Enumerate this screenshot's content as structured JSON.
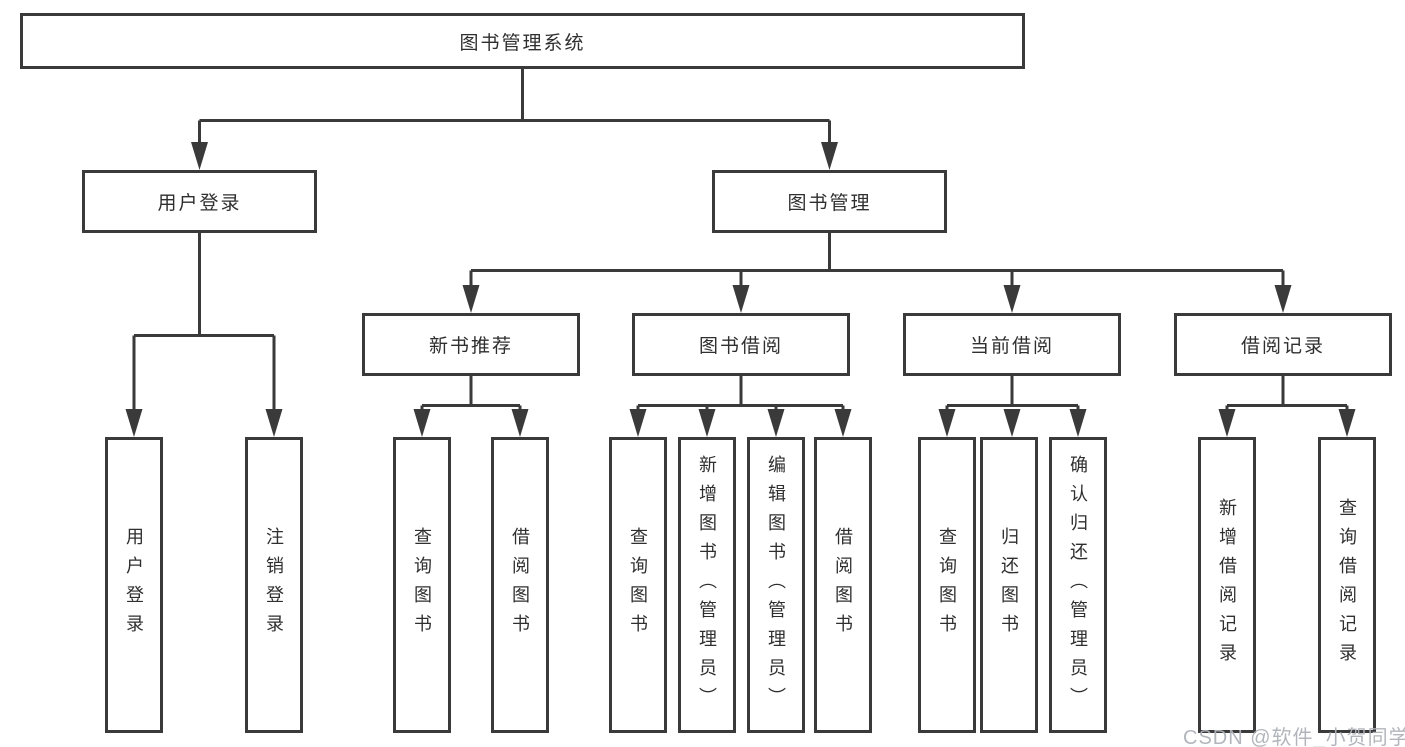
{
  "diagram": {
    "title": "图书管理系统",
    "root": {
      "label": "图书管理系统"
    },
    "level2": [
      {
        "label": "用户登录",
        "children": [
          {
            "label": "用户登录"
          },
          {
            "label": "注销登录"
          }
        ]
      },
      {
        "label": "图书管理",
        "children": [
          {
            "label": "新书推荐",
            "children": [
              {
                "label": "查询图书"
              },
              {
                "label": "借阅图书"
              }
            ]
          },
          {
            "label": "图书借阅",
            "children": [
              {
                "label": "查询图书"
              },
              {
                "label": "新增图书（管理员）"
              },
              {
                "label": "编辑图书（管理员）"
              },
              {
                "label": "借阅图书"
              }
            ]
          },
          {
            "label": "当前借阅",
            "children": [
              {
                "label": "查询图书"
              },
              {
                "label": "归还图书"
              },
              {
                "label": "确认归还（管理员）"
              }
            ]
          },
          {
            "label": "借阅记录",
            "children": [
              {
                "label": "新增借阅记录"
              },
              {
                "label": "查询借阅记录"
              }
            ]
          }
        ]
      }
    ],
    "colors": {
      "line": "#3a3a3a",
      "text": "#2f2f2f",
      "background": "#ffffff",
      "watermark": "#aeb3b9"
    },
    "watermark": {
      "text": "CSDN @软件_小贺同学"
    }
  }
}
